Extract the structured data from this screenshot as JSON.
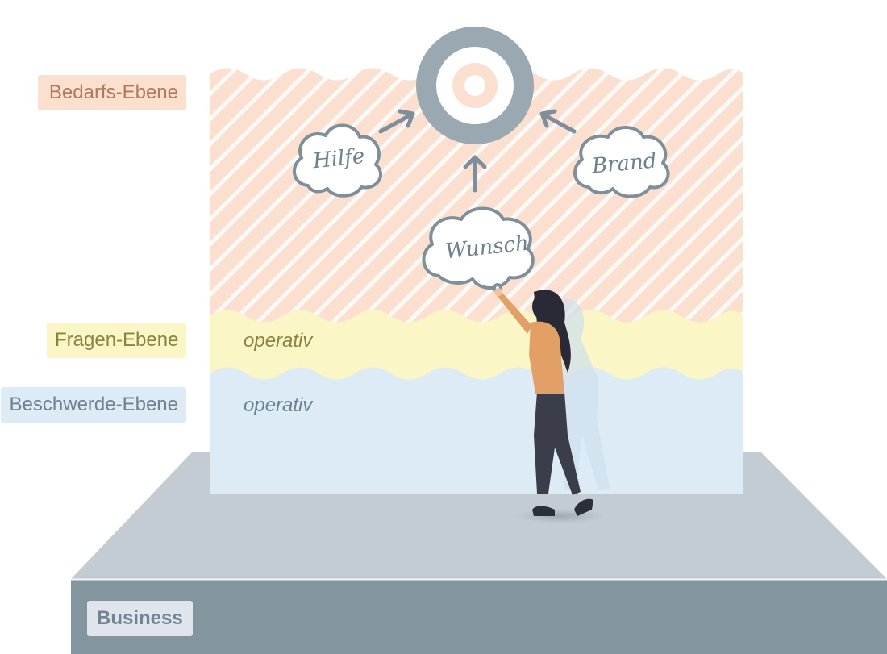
{
  "levels": {
    "bedarf": "Bedarfs-Ebene",
    "fragen": "Fragen-Ebene",
    "beschwerde": "Beschwerde-Ebene"
  },
  "operative_labels": {
    "fragen": "operativ",
    "beschwerde": "operativ"
  },
  "clouds": {
    "hilfe": "Hilfe",
    "brand": "Brand",
    "wunsch": "Wunsch"
  },
  "platform": {
    "label": "Business"
  },
  "icons": [
    "target-icon",
    "arrow-icon",
    "thought-cloud-icon",
    "person-illustration"
  ],
  "colors": {
    "bedarf_fill": "#fbe0d0",
    "fragen_fill": "#fbf6c6",
    "beschwerde_fill": "#dcebf6",
    "platform_top": "#c3ccd2",
    "platform_front": "#83959f",
    "accent_slate": "#6d818f"
  }
}
